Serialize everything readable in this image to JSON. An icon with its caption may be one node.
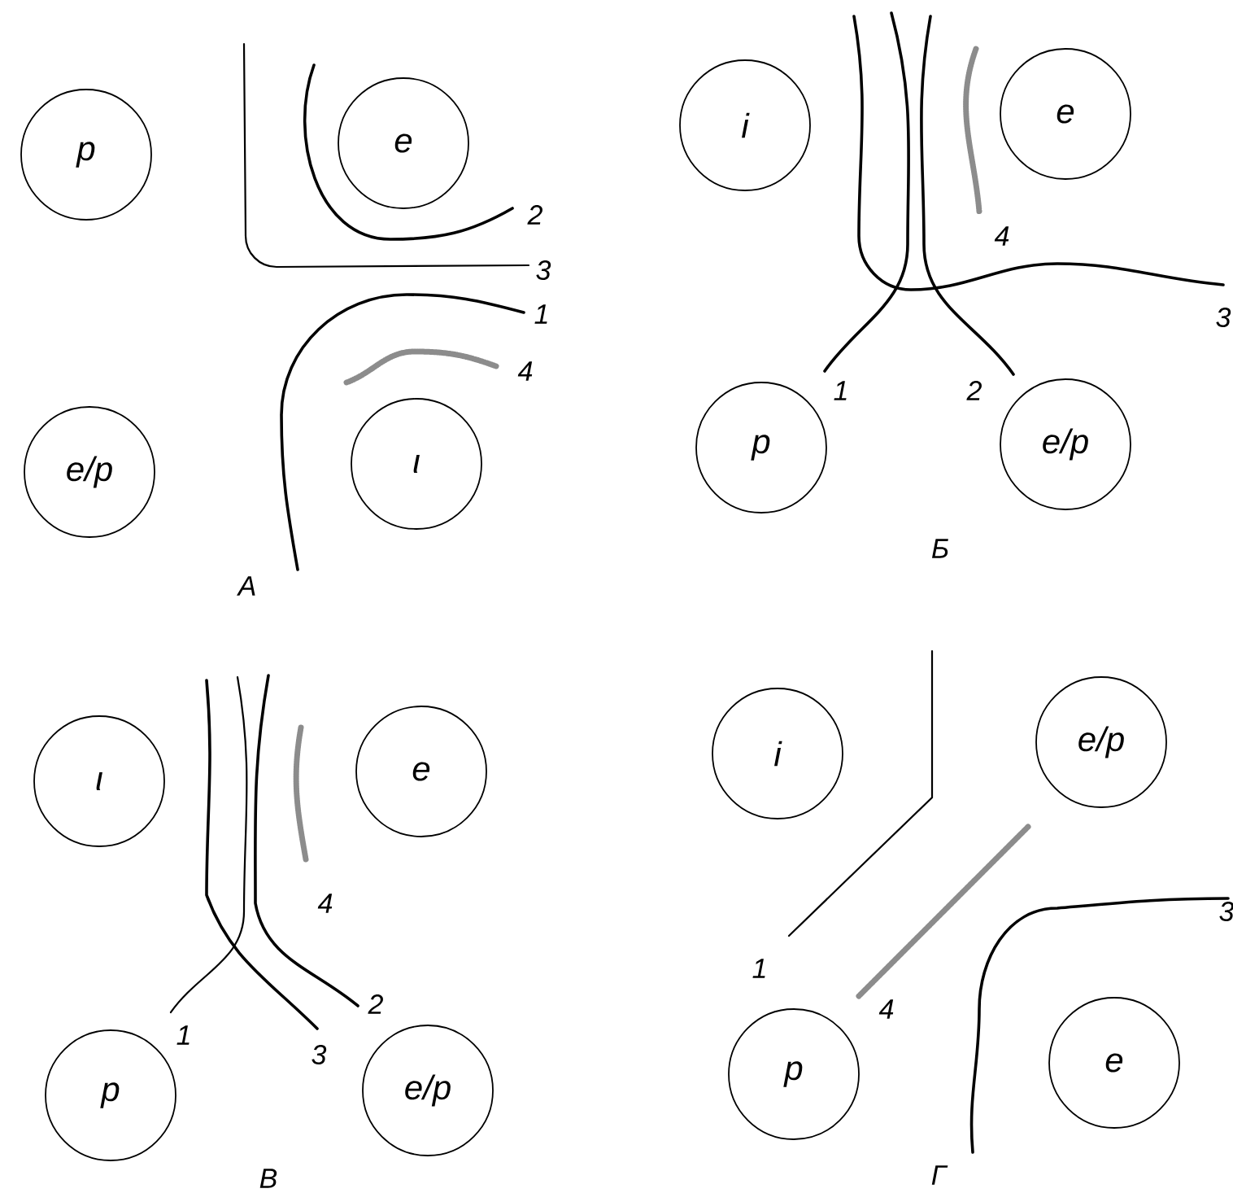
{
  "diagram": {
    "nodes": [
      {
        "text": [
          "p"
        ]
      },
      {
        "text": [
          "e"
        ]
      },
      {
        "text": [
          "e/p"
        ]
      },
      {
        "text": [
          "ι"
        ]
      },
      {
        "text": [
          "i"
        ]
      },
      {
        "text": [
          "e"
        ]
      },
      {
        "text": [
          "p"
        ]
      },
      {
        "text": [
          "e/p"
        ]
      },
      {
        "text": [
          "ι"
        ]
      },
      {
        "text": [
          "e"
        ]
      },
      {
        "text": [
          "p"
        ]
      },
      {
        "text": [
          "e/p"
        ]
      },
      {
        "text": [
          "i"
        ]
      },
      {
        "text": [
          "e/p"
        ]
      },
      {
        "text": [
          "p"
        ]
      },
      {
        "text": [
          "e"
        ]
      }
    ],
    "labels": [
      "2",
      "3",
      "1",
      "4",
      "А",
      "4",
      "3",
      "1",
      "2",
      "Б",
      "4",
      "2",
      "1",
      "3",
      "В",
      "3",
      "1",
      "4",
      "Г"
    ]
  }
}
